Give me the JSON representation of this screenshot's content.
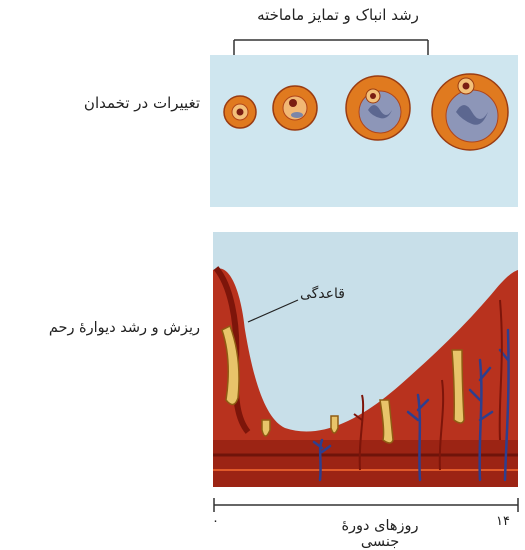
{
  "title": "رشد انباک و تمایز ماماخته",
  "ovary_label": "تغییرات در تخمدان",
  "uterus_label": "ریزش و رشد دیوارهٔ رحم",
  "basal_label": "قاعدگی",
  "axis": {
    "label": "روزهای دورهٔ جنسی",
    "start": "۰",
    "end": "۱۴"
  },
  "colors": {
    "ovary_bg": "#cfe6ef",
    "uterus_bg": "#c8dfe9",
    "tissue": "#b8321e",
    "follicle": "#e07a1f",
    "gland": "#e8c46a",
    "vessel": "#2d3f8f"
  }
}
